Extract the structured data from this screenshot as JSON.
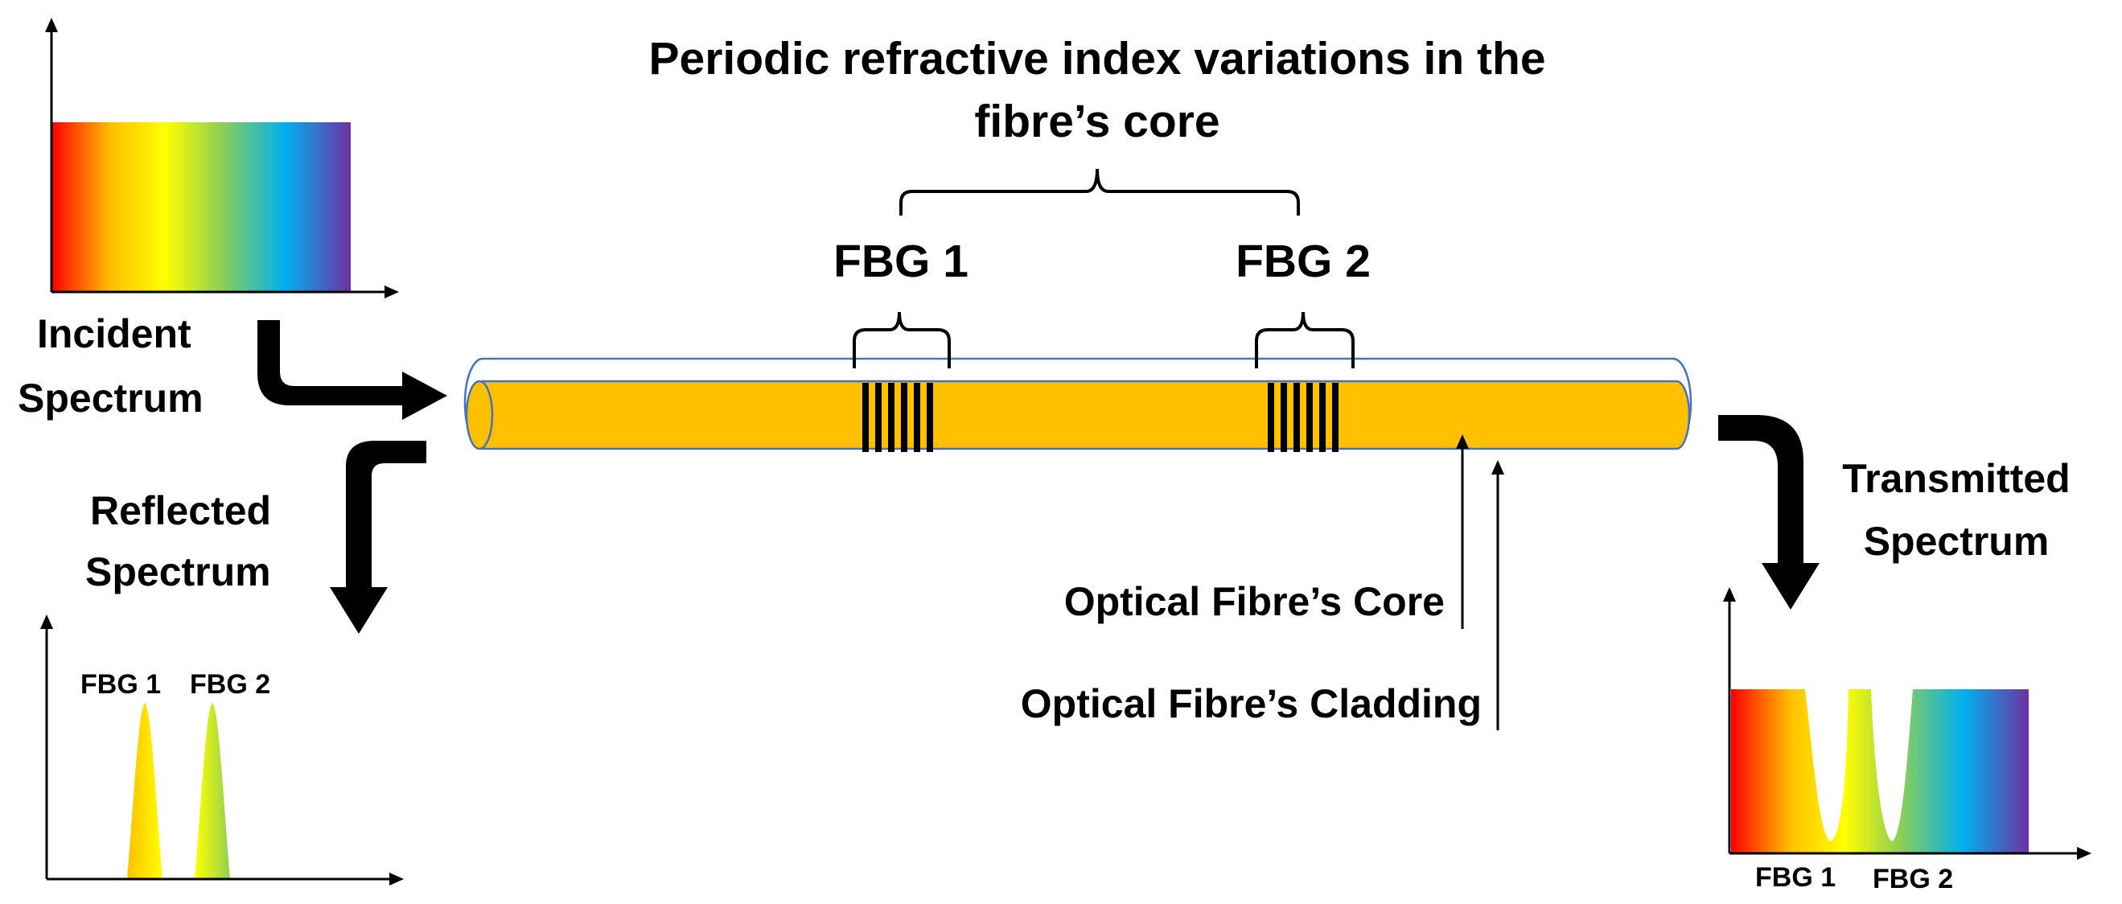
{
  "top_label": {
    "line1": "Periodic refractive index variations in the",
    "line2": "fibre’s core"
  },
  "gratings": [
    {
      "label": "FBG 1"
    },
    {
      "label": "FBG 2"
    }
  ],
  "incident": {
    "line1": "Incident",
    "line2": "Spectrum"
  },
  "reflected": {
    "line1": "Reflected",
    "line2": "Spectrum",
    "peak_labels": [
      "FBG 1",
      "FBG 2"
    ]
  },
  "transmitted": {
    "line1": "Transmitted",
    "line2": "Spectrum",
    "dip_labels": [
      "FBG 1",
      "FBG 2"
    ]
  },
  "core_label": "Optical Fibre’s Core",
  "cladding_label": "Optical Fibre’s Cladding",
  "colors": {
    "core": "#FFC000",
    "cladding_stroke": "#4472C4",
    "spectrum": [
      "#FF0000",
      "#FFC000",
      "#FFFF00",
      "#92D050",
      "#00B0F0",
      "#7030A0"
    ]
  }
}
